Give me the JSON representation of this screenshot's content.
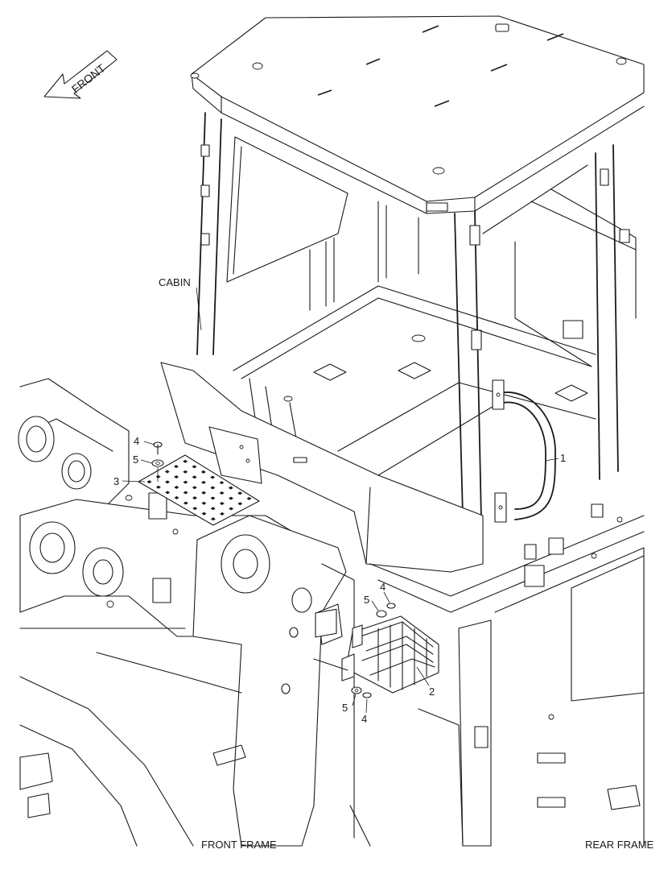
{
  "labels": {
    "front_arrow": "FRONT",
    "cabin": "CABIN",
    "front_frame": "FRONT FRAME",
    "rear_frame": "REAR FRAME"
  },
  "callouts": {
    "handrail": "1",
    "step_lower": "2",
    "step_plate": "3",
    "bolt_a": "4",
    "washer_a": "5",
    "bolt_b": "4",
    "washer_b": "5",
    "bolt_c": "4",
    "washer_c": "5"
  }
}
